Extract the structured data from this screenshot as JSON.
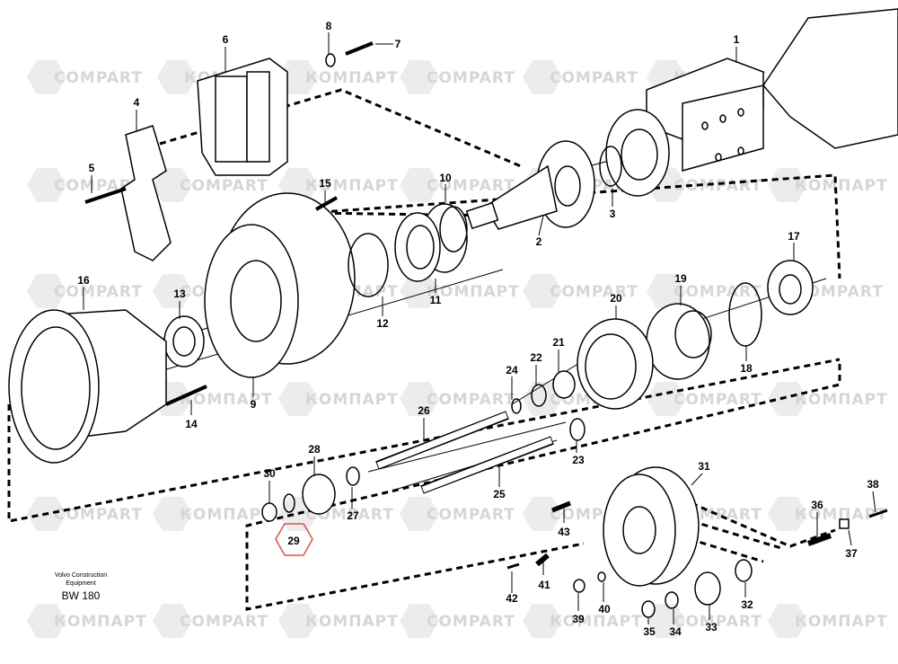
{
  "watermark_texts": {
    "latin": "COMPART",
    "cyrillic": "КОМПАРТ"
  },
  "caption": {
    "line1": "Volvo Construction",
    "line2": "Equipment",
    "code": "BW 180"
  },
  "highlight_color": "#d9534f",
  "highlighted_part": "29",
  "part_labels": [
    "1",
    "2",
    "3",
    "4",
    "5",
    "6",
    "7",
    "8",
    "9",
    "10",
    "11",
    "12",
    "13",
    "14",
    "15",
    "16",
    "17",
    "18",
    "19",
    "20",
    "21",
    "22",
    "23",
    "24",
    "25",
    "26",
    "27",
    "28",
    "29",
    "30",
    "31",
    "32",
    "33",
    "34",
    "35",
    "36",
    "37",
    "38",
    "39",
    "40",
    "41",
    "42",
    "43"
  ]
}
